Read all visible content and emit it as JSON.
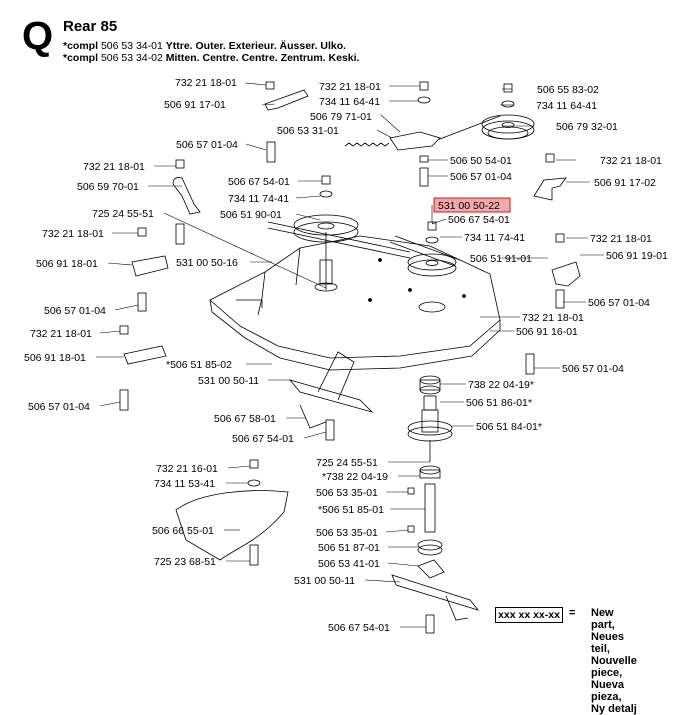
{
  "header": {
    "letter": "Q",
    "title": "Rear 85",
    "lines": [
      {
        "prefix": "*compl",
        "code": "506 53 34-01",
        "text": "Yttre. Outer. Exterieur. Äusser. Ulko."
      },
      {
        "prefix": "*compl",
        "code": "506 53 34-02",
        "text": "Mitten. Centre. Centre. Zentrum. Keski."
      }
    ]
  },
  "highlight_color": "#f3a9a9",
  "highlight_border": "#d01818",
  "labels": [
    {
      "id": "l01",
      "text": "732 21 18-01"
    },
    {
      "id": "l02",
      "text": "506 91 17-01"
    },
    {
      "id": "l03",
      "text": "506 57 01-04"
    },
    {
      "id": "l04",
      "text": "732 21 18-01"
    },
    {
      "id": "l05",
      "text": "734 11 64-41"
    },
    {
      "id": "l06",
      "text": "506 79 71-01"
    },
    {
      "id": "l07",
      "text": "506 53 31-01"
    },
    {
      "id": "l08",
      "text": "506 55 83-02"
    },
    {
      "id": "l09",
      "text": "734 11 64-41"
    },
    {
      "id": "l10",
      "text": "506 79 32-01"
    },
    {
      "id": "l11",
      "text": "506 50 54-01"
    },
    {
      "id": "l12",
      "text": "506 57 01-04"
    },
    {
      "id": "l13",
      "text": "732 21 18-01"
    },
    {
      "id": "l14",
      "text": "506 91 17-02"
    },
    {
      "id": "l15",
      "text": "732 21 18-01"
    },
    {
      "id": "l16",
      "text": "506 59 70-01"
    },
    {
      "id": "l17",
      "text": "506 67 54-01"
    },
    {
      "id": "l18",
      "text": "734 11 74-41"
    },
    {
      "id": "l19",
      "text": "506 51 90-01"
    },
    {
      "id": "l20",
      "text": "725 24 55-51"
    },
    {
      "id": "l21",
      "text": "531 00 50-22"
    },
    {
      "id": "l22",
      "text": "506 67 54-01"
    },
    {
      "id": "l23",
      "text": "734 11 74-41"
    },
    {
      "id": "l24",
      "text": "732 21 18-01"
    },
    {
      "id": "l25",
      "text": "732 21 18-01"
    },
    {
      "id": "l26",
      "text": "506 91 19-01"
    },
    {
      "id": "l27",
      "text": "506 51 91-01"
    },
    {
      "id": "l28",
      "text": "506 91 18-01"
    },
    {
      "id": "l29",
      "text": "531 00 50-16"
    },
    {
      "id": "l30",
      "text": "506 57 01-04"
    },
    {
      "id": "l31",
      "text": "506 57 01-04"
    },
    {
      "id": "l32",
      "text": "732 21 18-01"
    },
    {
      "id": "l33",
      "text": "732 21 18-01"
    },
    {
      "id": "l34",
      "text": "506 91 16-01"
    },
    {
      "id": "l35",
      "text": "506 91 18-01"
    },
    {
      "id": "l36",
      "text": "*506 51 85-02"
    },
    {
      "id": "l37",
      "text": "506 57 01-04"
    },
    {
      "id": "l38",
      "text": "531 00 50-11"
    },
    {
      "id": "l39",
      "text": "738 22 04-19*"
    },
    {
      "id": "l40",
      "text": "506 57 01-04"
    },
    {
      "id": "l41",
      "text": "506 51 86-01*"
    },
    {
      "id": "l42",
      "text": "506 67 58-01"
    },
    {
      "id": "l43",
      "text": "506 51 84-01*"
    },
    {
      "id": "l44",
      "text": "506 67 54-01"
    },
    {
      "id": "l45",
      "text": "725 24 55-51"
    },
    {
      "id": "l46",
      "text": "732 21 16-01"
    },
    {
      "id": "l47",
      "text": "*738 22 04-19"
    },
    {
      "id": "l48",
      "text": "734 11 53-41"
    },
    {
      "id": "l49",
      "text": "506 53 35-01"
    },
    {
      "id": "l50",
      "text": "*506 51 85-01"
    },
    {
      "id": "l51",
      "text": "506 66 55-01"
    },
    {
      "id": "l52",
      "text": "506 53 35-01"
    },
    {
      "id": "l53",
      "text": "506 51 87-01"
    },
    {
      "id": "l54",
      "text": "506 53 41-01"
    },
    {
      "id": "l55",
      "text": "725 23 68-51"
    },
    {
      "id": "l56",
      "text": "531 00 50-11"
    },
    {
      "id": "l57",
      "text": "506 67 54-01"
    }
  ],
  "legend": {
    "box_text": "xxx xx xx-xx",
    "equals": "=",
    "lines": [
      "New part,",
      "Neues teil,",
      "Nouvelle piece,",
      "Nueva pieza,",
      "Ny detalj"
    ]
  }
}
